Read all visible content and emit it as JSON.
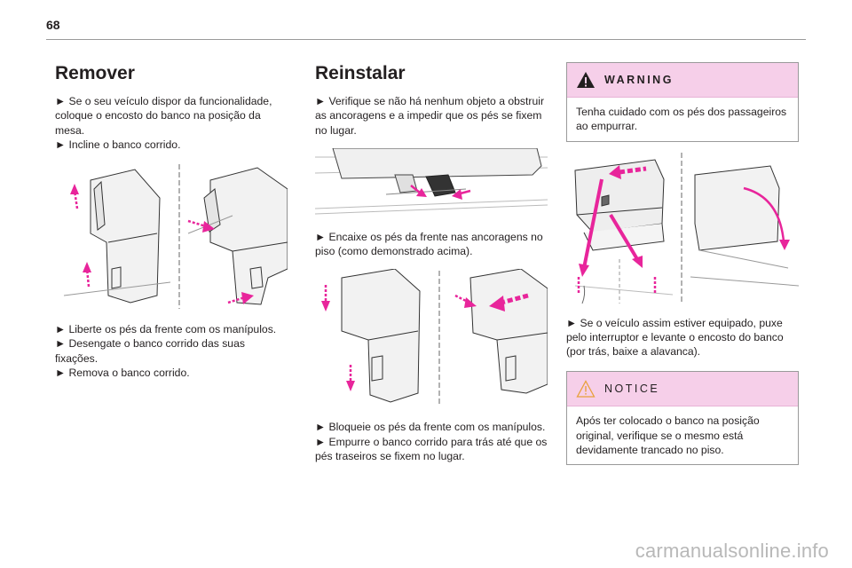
{
  "page": {
    "number": "68",
    "watermark": "carmanualsonline.info"
  },
  "colors": {
    "accent": "#e8259b",
    "callout_header": "#f6cfe9",
    "rule": "#9a9a9a"
  },
  "remover": {
    "title": "Remover",
    "intro": [
      "► Se o seu veículo dispor da funcionalidade,",
      "coloque o encosto do banco na posição da",
      "mesa.",
      "► Incline o banco corrido."
    ],
    "steps": [
      "► Liberte os pés da frente com os manípulos.",
      "► Desengate o banco corrido das suas",
      "fixações.",
      "► Remova o banco corrido."
    ]
  },
  "reinstalar": {
    "title": "Reinstalar",
    "intro": [
      "► Verifique se não há nenhum objeto a obstruir",
      "as ancoragens e a impedir que os pés se fixem",
      "no lugar."
    ],
    "middle": [
      "► Encaixe os pés da frente nas ancoragens no",
      "piso (como demonstrado acima)."
    ],
    "steps": [
      "► Bloqueie os pés da frente com os manípulos.",
      "► Empurre o banco corrido para trás até que os",
      "pés traseiros se fixem no lugar."
    ]
  },
  "warning": {
    "icon": "warning-triangle-icon",
    "title": "WARNING",
    "body": [
      "Tenha cuidado com os pés dos passageiros",
      "ao empurrar."
    ]
  },
  "right_steps": [
    "► Se o veículo assim estiver equipado, puxe",
    "pelo interruptor e levante o encosto do banco",
    "(por trás, baixe a alavanca)."
  ],
  "notice": {
    "icon": "notice-triangle-icon",
    "title": "NOTICE",
    "body": [
      "Após ter colocado o banco na posição",
      "original, verifique se o mesmo está",
      "devidamente trancado no piso."
    ]
  }
}
